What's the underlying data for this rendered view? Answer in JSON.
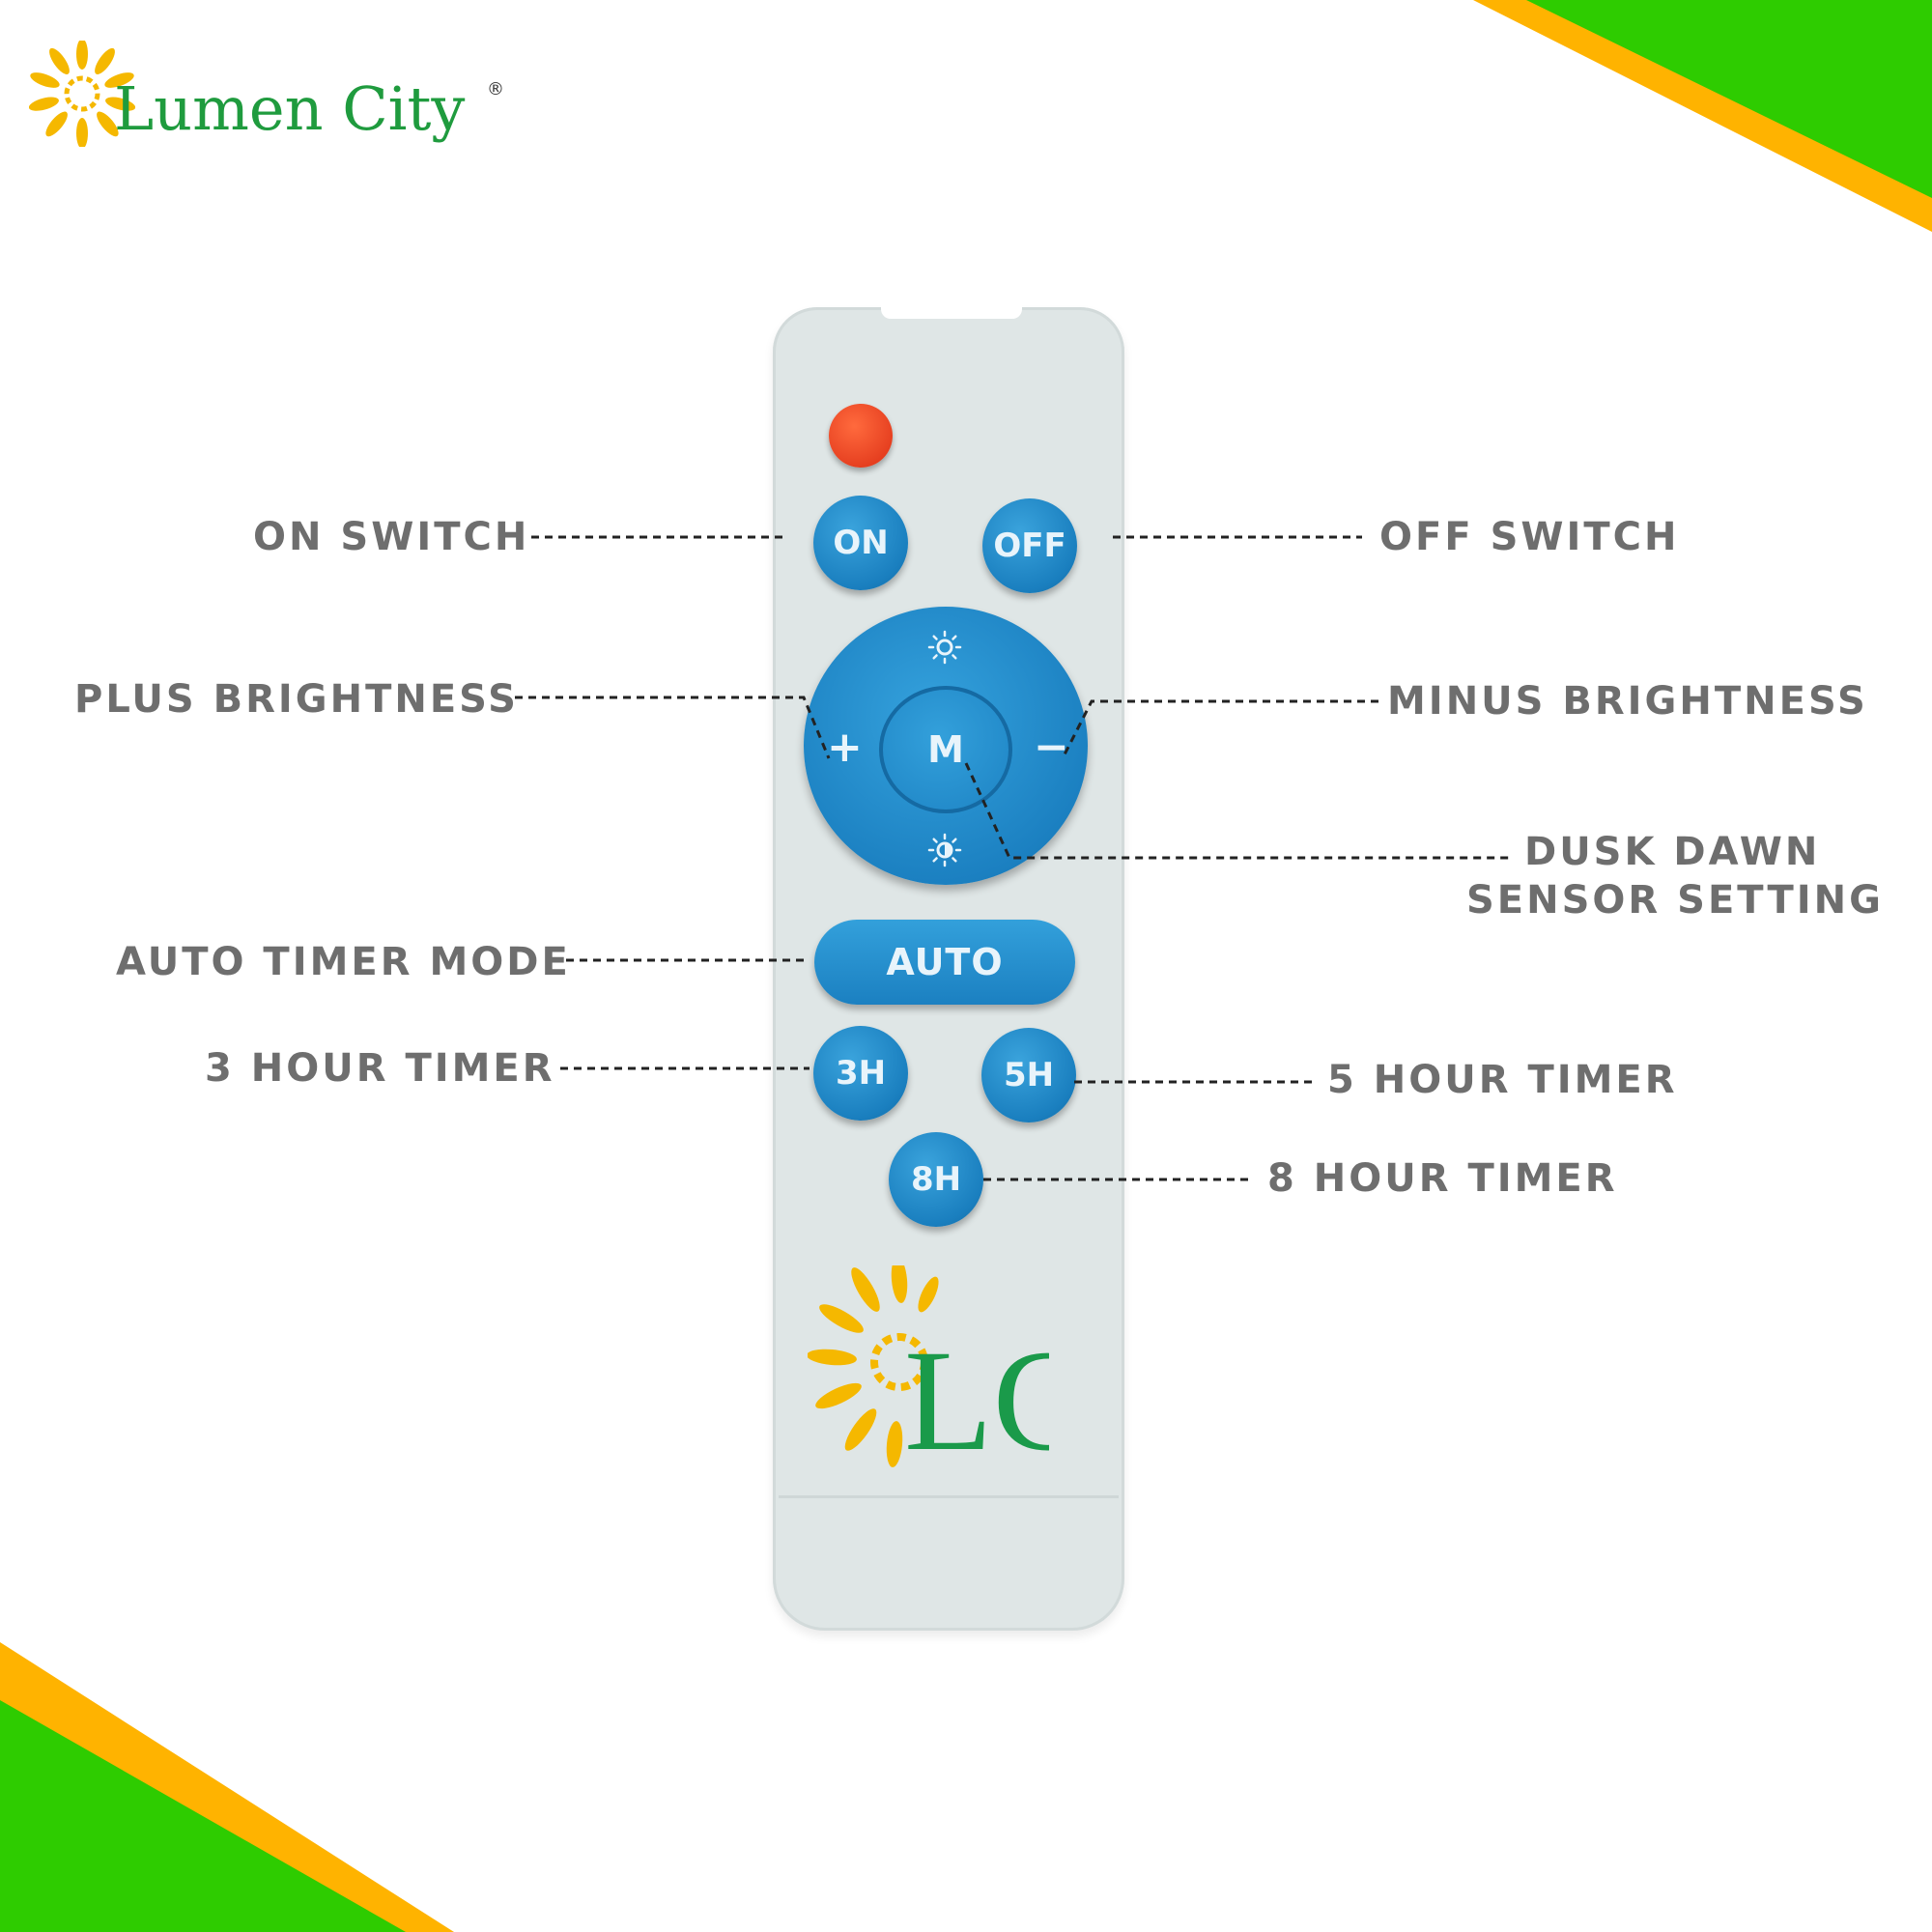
{
  "brand": {
    "name": "Lumen City",
    "registered": "®"
  },
  "colors": {
    "green": "#2ecc00",
    "yellow": "#ffb300",
    "remote_body": "#dfe6e6",
    "button_blue": "#1b80c1",
    "power_red": "#e53e1f",
    "label_gray": "#6e6e6e",
    "brand_green": "#1f9b3e"
  },
  "remote": {
    "buttons": {
      "on": "ON",
      "off": "OFF",
      "mode": "M",
      "plus": "+",
      "minus": "−",
      "auto": "AUTO",
      "h3": "3H",
      "h5": "5H",
      "h8": "8H"
    },
    "icons": {
      "brightness_top": "sun-icon",
      "brightness_bottom": "half-sun-icon",
      "power": "power-button"
    },
    "logo": {
      "letters": "LC"
    }
  },
  "labels": {
    "on_switch": "ON SWITCH",
    "off_switch": "OFF SWITCH",
    "plus_brightness": "PLUS BRIGHTNESS",
    "minus_brightness": "MINUS BRIGHTNESS",
    "dusk_dawn_line1": "DUSK DAWN",
    "dusk_dawn_line2": "SENSOR SETTING",
    "auto_timer": "AUTO TIMER MODE",
    "three_hour": "3 HOUR TIMER",
    "five_hour": "5 HOUR TIMER",
    "eight_hour": "8 HOUR TIMER"
  }
}
